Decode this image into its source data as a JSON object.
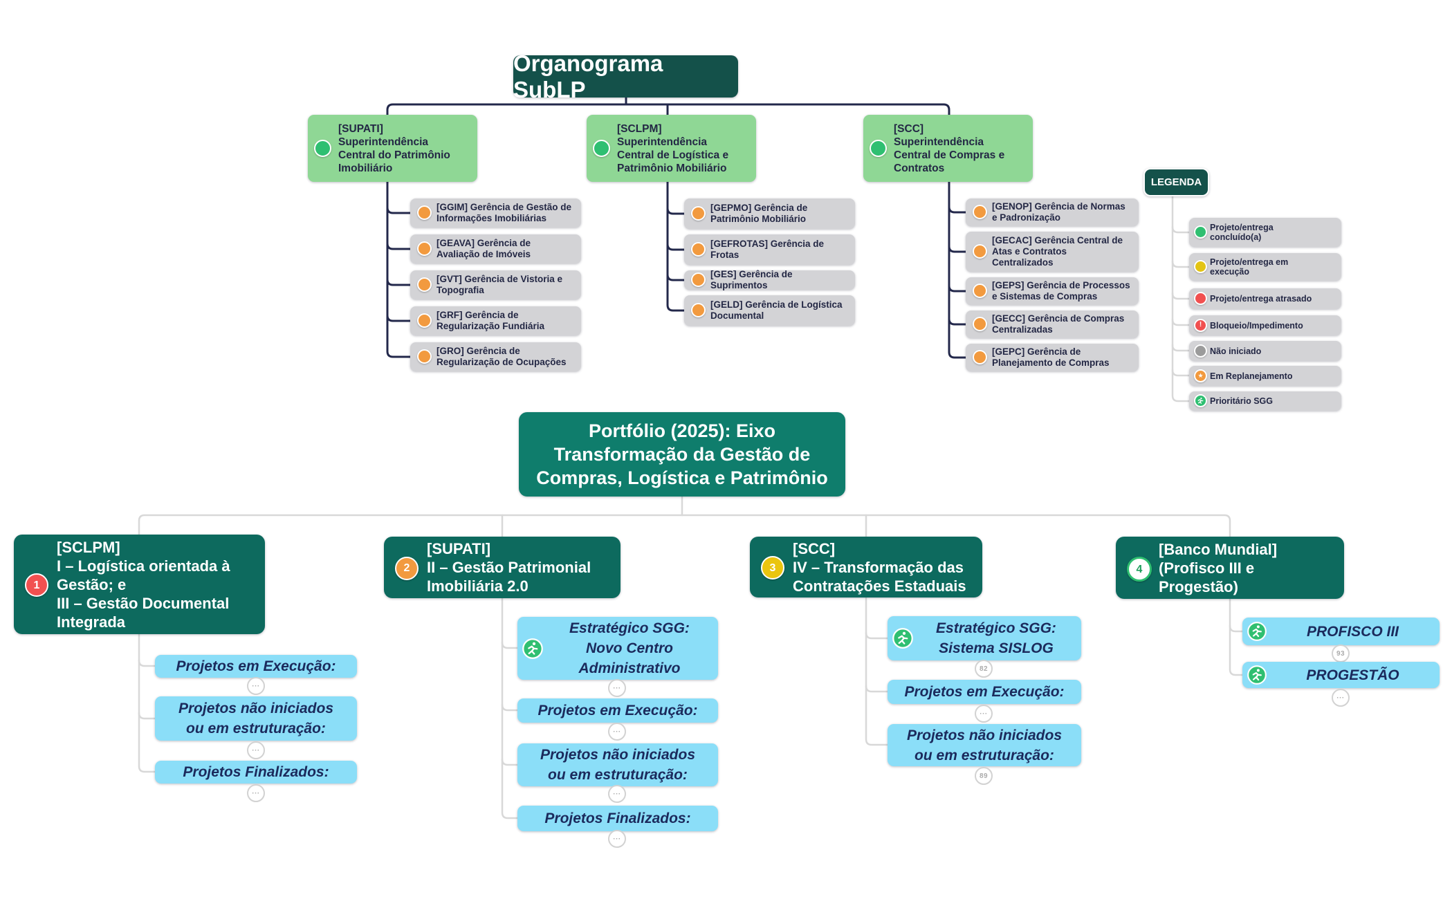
{
  "colors": {
    "header_teal": "#14514a",
    "portfolio_teal": "#0f7d6c",
    "category_teal": "#0d6a5e",
    "branch_green": "#8fd795",
    "node_gray": "#d3d3d6",
    "node_blue": "#8bdef8",
    "text_navy": "#232744",
    "text_blue_navy": "#1b2a5c",
    "wire_dark": "#23284b",
    "wire_light": "#d8d8d8",
    "status_green": "#2fbf71",
    "status_yellow": "#e3c414",
    "status_red": "#f15050",
    "status_gray": "#9b9b9b",
    "status_orange": "#f29a3f"
  },
  "org_chart": {
    "title": "Organograma SubLP",
    "branches": [
      {
        "name": "[SUPATI]\nSuperintendência\nCentral do Patrimônio\nImobiliário",
        "children": [
          "[GGIM] Gerência de Gestão de\nInformações Imobiliárias",
          "[GEAVA] Gerência de\nAvaliação de Imóveis",
          "[GVT] Gerência de Vistoria e\nTopografia",
          "[GRF] Gerência de\nRegularização Fundiária",
          "[GRO] Gerência de\nRegularização de Ocupações"
        ]
      },
      {
        "name": "[SCLPM]\nSuperintendência\nCentral de Logística e\nPatrimônio Mobiliário",
        "children": [
          "[GEPMO] Gerência de\nPatrimônio Mobiliário",
          "[GEFROTAS] Gerência de\nFrotas",
          "[GES] Gerência de Suprimentos",
          "[GELD] Gerência de Logística\nDocumental"
        ]
      },
      {
        "name": "[SCC]\nSuperintendência\nCentral de Compras e\nContratos",
        "children": [
          "[GENOP] Gerência de Normas\ne Padronização",
          "[GECAC] Gerência Central de\nAtas e Contratos\nCentralizados",
          "[GEPS] Gerência de Processos\ne Sistemas de Compras",
          "[GECC] Gerência de  Compras\nCentralizadas",
          "[GEPC] Gerência de\nPlanejamento de Compras"
        ]
      }
    ]
  },
  "legend": {
    "title": "LEGENDA",
    "items": [
      {
        "icon": "green-dot",
        "label": "Projeto/entrega\nconcluído(a)"
      },
      {
        "icon": "yellow-dot",
        "label": "Projeto/entrega em\nexecução"
      },
      {
        "icon": "red-dot",
        "label": "Projeto/entrega atrasado"
      },
      {
        "icon": "red-exclamation",
        "label": "Bloqueio/Impedimento"
      },
      {
        "icon": "gray-dot",
        "label": "Não iniciado"
      },
      {
        "icon": "orange-star",
        "label": "Em Replanejamento"
      },
      {
        "icon": "green-runner",
        "label": "Prioritário SGG"
      }
    ],
    "exclamation_glyph": "!",
    "star_glyph": "★"
  },
  "portfolio": {
    "title": "Portfólio (2025): Eixo\nTransformação da Gestão de\nCompras, Logística e Patrimônio",
    "categories": [
      {
        "badge": "1",
        "name": "[SCLPM]\nI – Logística orientada à\nGestão; e\nIII – Gestão Documental\nIntegrada",
        "projects": [
          {
            "label": "Projetos em Execução:",
            "toggle": "···"
          },
          {
            "label": "Projetos  não iniciados\nou em estruturação:",
            "toggle": "···"
          },
          {
            "label": "Projetos Finalizados:",
            "toggle": "···"
          }
        ]
      },
      {
        "badge": "2",
        "name": "[SUPATI]\nII – Gestão Patrimonial\nImobiliária 2.0",
        "projects": [
          {
            "label": "Estratégico SGG:\nNovo Centro\nAdministrativo",
            "toggle": "···"
          },
          {
            "label": "Projetos em Execução:",
            "toggle": "···"
          },
          {
            "label": "Projetos não iniciados\nou em estruturação:",
            "toggle": "···"
          },
          {
            "label": "Projetos Finalizados:",
            "toggle": "···"
          }
        ]
      },
      {
        "badge": "3",
        "name": "[SCC]\nIV –  Transformação das\nContratações Estaduais",
        "projects": [
          {
            "label": "Estratégico SGG:\nSistema SISLOG",
            "toggle": "82"
          },
          {
            "label": "Projetos em Execução:",
            "toggle": "···"
          },
          {
            "label": "Projetos não iniciados\nou em estruturação:",
            "toggle": "89"
          }
        ]
      },
      {
        "badge": "4",
        "name": "[Banco Mundial]\n(Profisco III e\nProgestão)",
        "projects": [
          {
            "label": "PROFISCO III",
            "toggle": "93"
          },
          {
            "label": "PROGESTÃO",
            "toggle": "···"
          }
        ]
      }
    ]
  }
}
